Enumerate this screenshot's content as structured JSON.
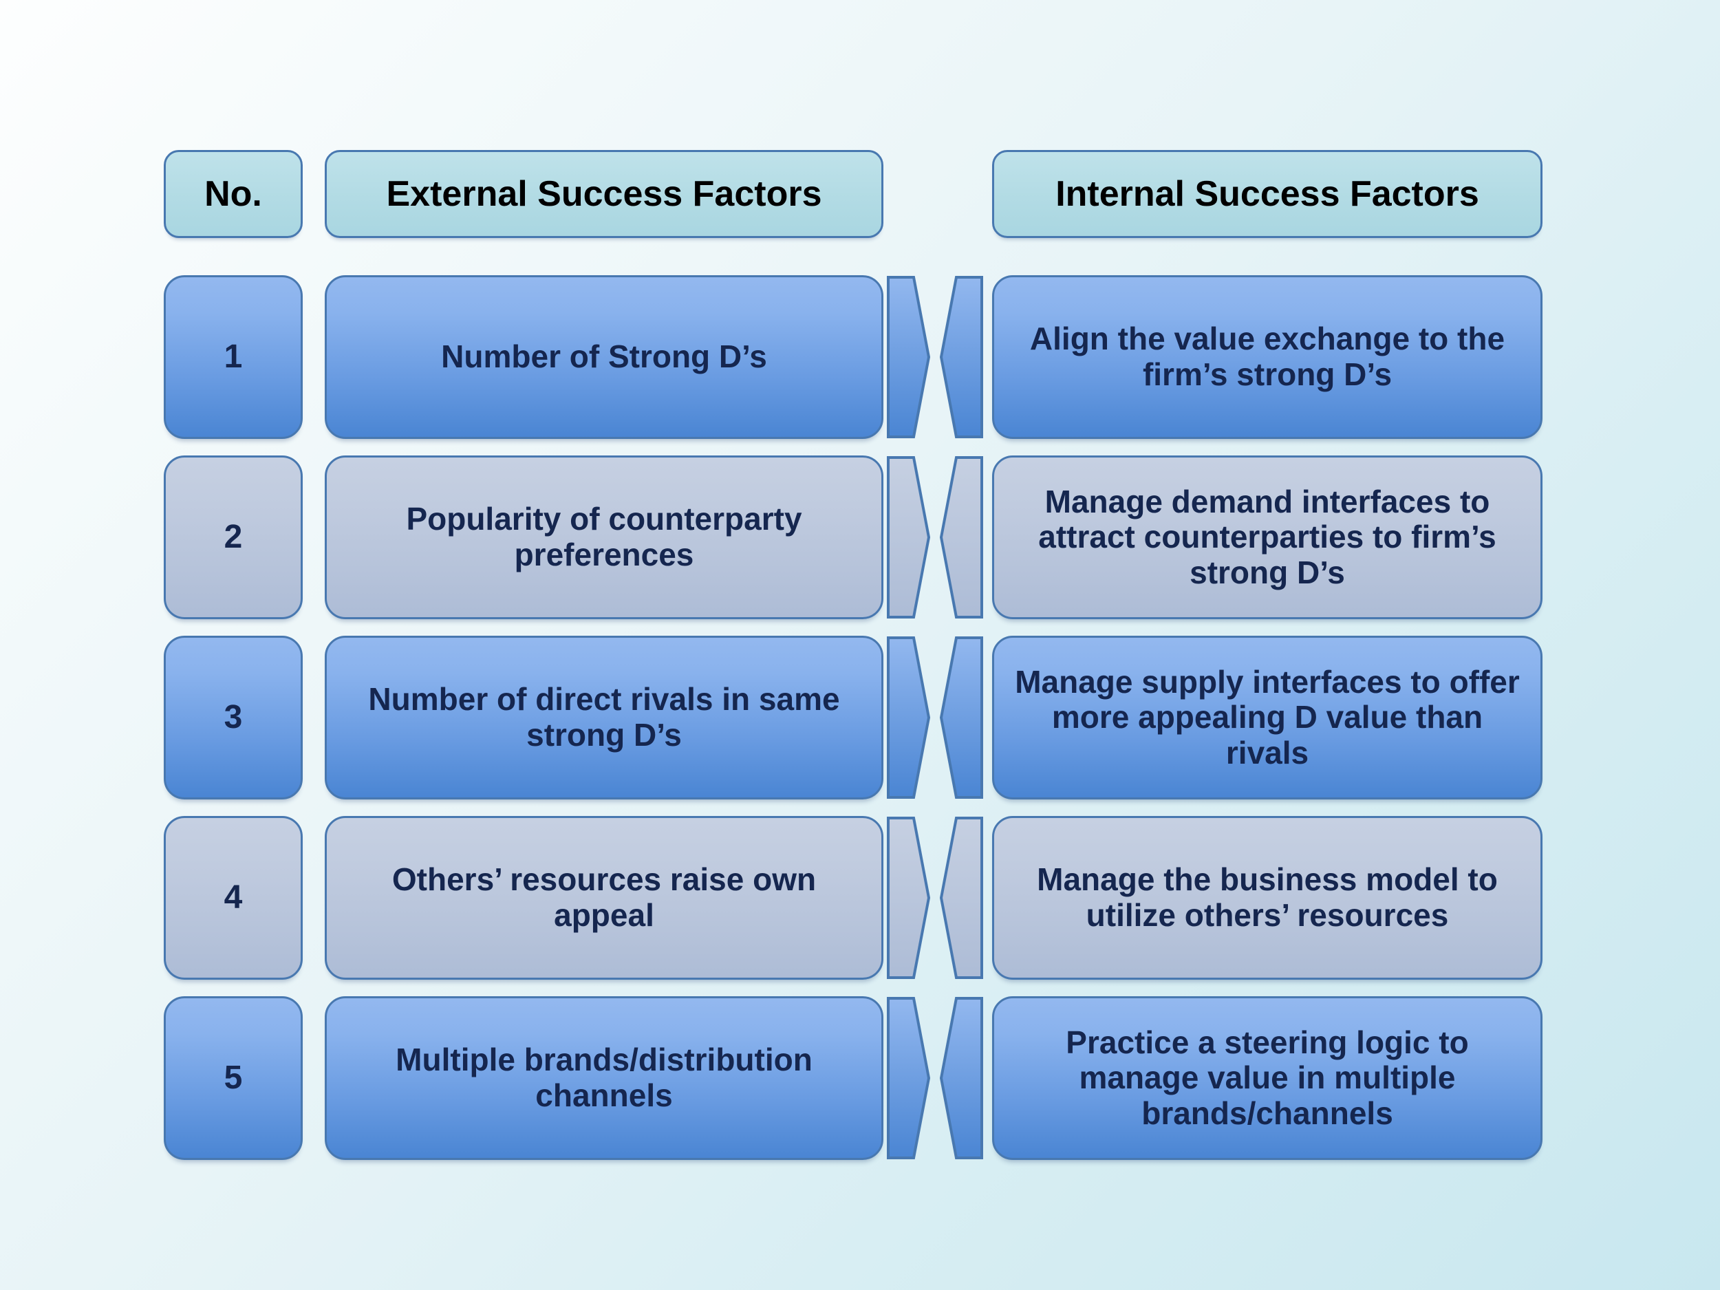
{
  "slide": {
    "background_top_left": "#fdfefe",
    "background_bottom_right": "#c8e7ef",
    "accent_border": "#4878B0",
    "text_color": "#15264F",
    "header_fill": "#b2dbe4",
    "odd_row_fill_top": "#93b8ef",
    "odd_row_fill_bottom": "#4a85d3",
    "even_row_fill_top": "#c6d0e2",
    "even_row_fill_bottom": "#adbcd6"
  },
  "header": {
    "no": "No.",
    "external": "External Success Factors",
    "internal": "Internal Success Factors"
  },
  "rows": [
    {
      "no": "1",
      "external": "Number of Strong D’s",
      "internal": "Align the value exchange to the firm’s strong D’s"
    },
    {
      "no": "2",
      "external": "Popularity of counterparty preferences",
      "internal": "Manage demand interfaces to attract counterparties to firm’s strong D’s"
    },
    {
      "no": "3",
      "external": "Number of direct rivals in same strong D’s",
      "internal": "Manage supply interfaces to offer more appealing D value than rivals"
    },
    {
      "no": "4",
      "external": "Others’ resources raise own appeal",
      "internal": "Manage the business model to utilize others’ resources"
    },
    {
      "no": "5",
      "external": "Multiple brands/distribution channels",
      "internal": "Practice a steering logic to manage value in multiple brands/channels"
    }
  ]
}
